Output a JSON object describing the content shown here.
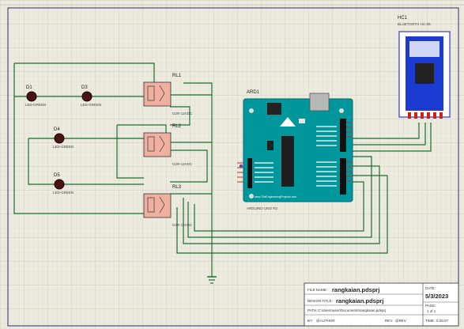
{
  "components": {
    "leds": [
      {
        "ref": "D1",
        "type": "LED-GREEN"
      },
      {
        "ref": "D3",
        "type": "LED-GREEN"
      },
      {
        "ref": "D4",
        "type": "LED-GREEN"
      },
      {
        "ref": "D5",
        "type": "LED-GREEN"
      }
    ],
    "relays": [
      {
        "ref": "RL1",
        "type": "G2R-12VDC"
      },
      {
        "ref": "RL2",
        "type": "G2R-12VDC"
      },
      {
        "ref": "RL3",
        "type": "G2R-12VDC"
      }
    ],
    "arduino": {
      "ref": "ARD1",
      "type": "ARDUINO UNO R3",
      "site": "www.TheEngineeringProjects.com"
    },
    "bluetooth": {
      "ref": "HC1",
      "type": "BLUETOOTH HC-05"
    }
  },
  "title_block": {
    "file_name_label": "FILE NAME:",
    "file_name": "rangkaian.pdsprj",
    "design_title_label": "DESIGN TITLE:",
    "design_title": "rangkaian.pdsprj",
    "path_label": "PATH:",
    "path": "C:\\Users\\user\\Documents\\rangkaian.pdsprj",
    "by_label": "BY:",
    "by": "@AUTHOR",
    "rev_label": "REV:",
    "rev": "@REV",
    "date_label": "DATE:",
    "date": "5/3/2023",
    "page_label": "PAGE:",
    "page": "1 of 1",
    "time_label": "TIME:",
    "time": "0:26:07"
  },
  "colors": {
    "sheet": "#ecebdf",
    "grid": "#d7d6c7",
    "wire": "#1c6e31",
    "arduino": "#00979c",
    "relay": "#f0b0a0",
    "led_body": "#4a1414",
    "hc05": "#ffffff"
  }
}
